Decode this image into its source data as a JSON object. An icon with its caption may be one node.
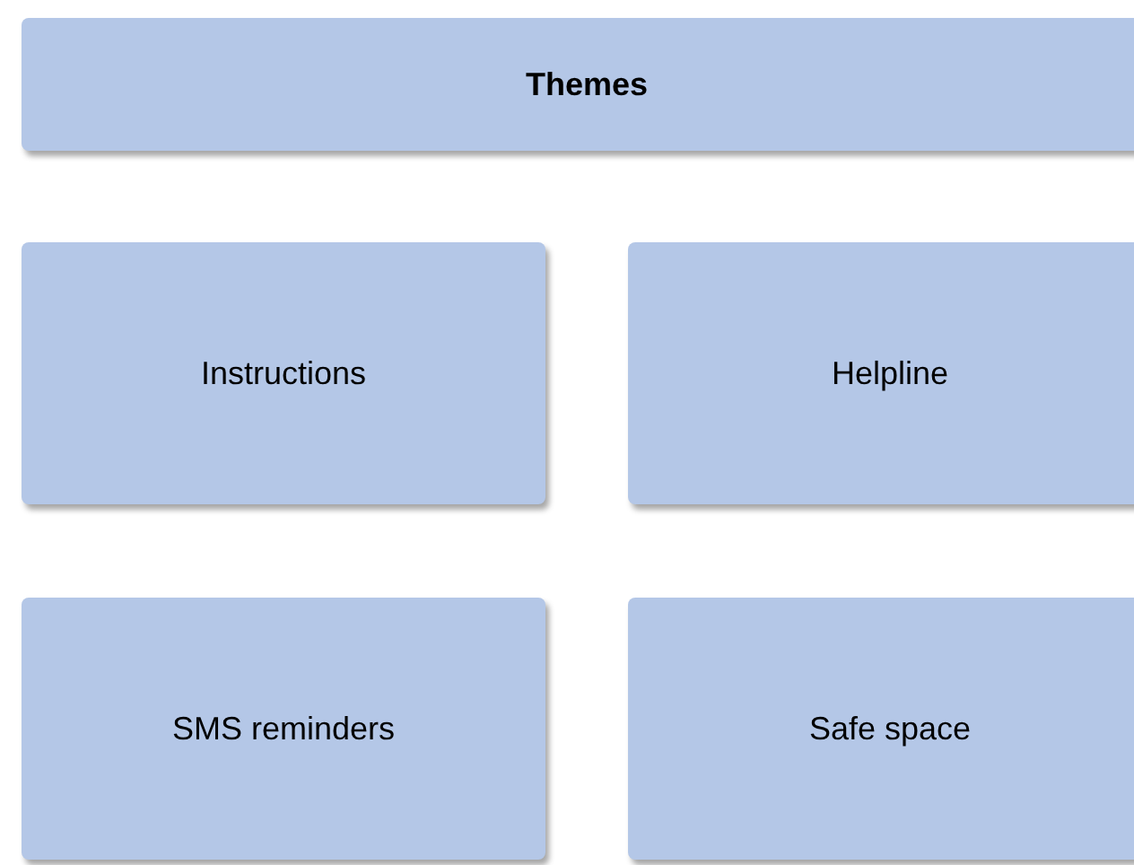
{
  "diagram": {
    "nodes": [
      {
        "text": [
          "Themes"
        ]
      },
      {
        "text": [
          "Instructions"
        ]
      },
      {
        "text": [
          "Helpline"
        ]
      },
      {
        "text": [
          "SMS reminders"
        ]
      },
      {
        "text": [
          "Safe space"
        ]
      }
    ]
  }
}
